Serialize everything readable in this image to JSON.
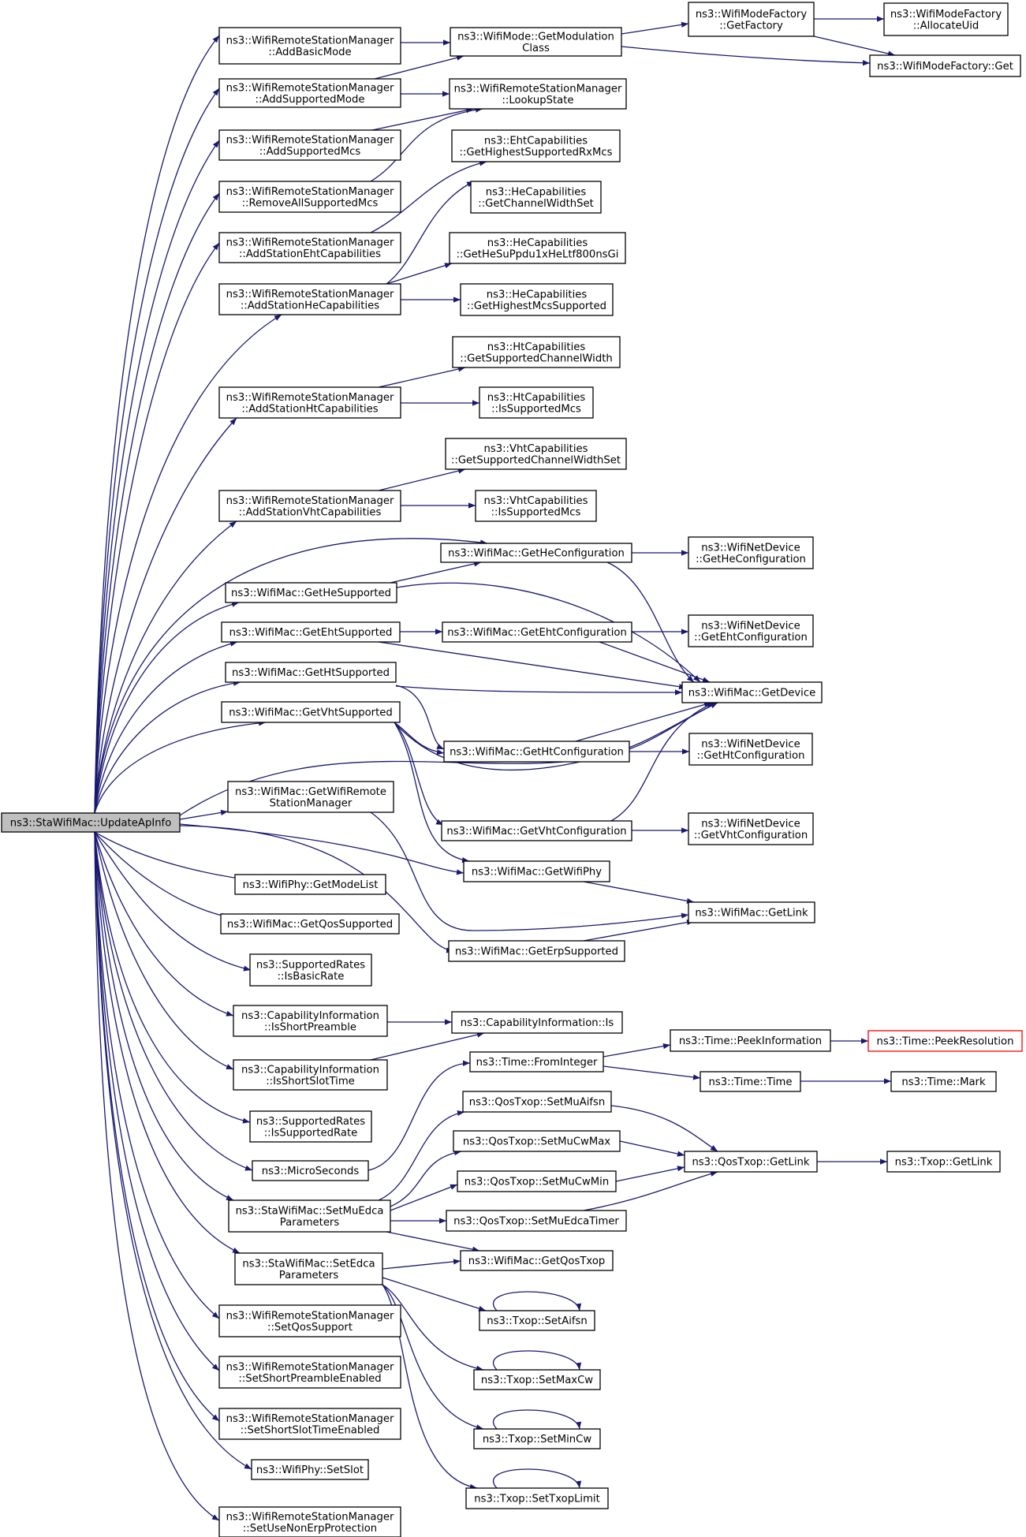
{
  "colors": {
    "edge": "#191970",
    "root_fill": "#bfbfbf",
    "node_fill": "#ffffff",
    "node_border": "#000000",
    "truncated_border": "#ff0000"
  },
  "nodes": [
    {
      "id": "n0",
      "lines": [
        "ns3::StaWifiMac::UpdateApInfo"
      ]
    },
    {
      "id": "n1",
      "lines": [
        "ns3::WifiRemoteStationManager",
        "::AddBasicMode"
      ]
    },
    {
      "id": "n2",
      "lines": [
        "ns3::WifiMode::GetModulation",
        "Class"
      ]
    },
    {
      "id": "n3",
      "lines": [
        "ns3::WifiModeFactory",
        "::GetFactory"
      ]
    },
    {
      "id": "n4",
      "lines": [
        "ns3::WifiModeFactory",
        "::AllocateUid"
      ]
    },
    {
      "id": "n5",
      "lines": [
        "ns3::WifiModeFactory::Get"
      ]
    },
    {
      "id": "n6",
      "lines": [
        "ns3::WifiRemoteStationManager",
        "::AddSupportedMode"
      ]
    },
    {
      "id": "n7",
      "lines": [
        "ns3::WifiRemoteStationManager",
        "::LookupState"
      ]
    },
    {
      "id": "n8",
      "lines": [
        "ns3::WifiRemoteStationManager",
        "::AddSupportedMcs"
      ]
    },
    {
      "id": "n9",
      "lines": [
        "ns3::EhtCapabilities",
        "::GetHighestSupportedRxMcs"
      ]
    },
    {
      "id": "n10",
      "lines": [
        "ns3::WifiRemoteStationManager",
        "::RemoveAllSupportedMcs"
      ]
    },
    {
      "id": "n11",
      "lines": [
        "ns3::HeCapabilities",
        "::GetChannelWidthSet"
      ]
    },
    {
      "id": "n12",
      "lines": [
        "ns3::WifiRemoteStationManager",
        "::AddStationEhtCapabilities"
      ]
    },
    {
      "id": "n13",
      "lines": [
        "ns3::HeCapabilities",
        "::GetHeSuPpdu1xHeLtf800nsGi"
      ]
    },
    {
      "id": "n14",
      "lines": [
        "ns3::WifiRemoteStationManager",
        "::AddStationHeCapabilities"
      ]
    },
    {
      "id": "n15",
      "lines": [
        "ns3::HeCapabilities",
        "::GetHighestMcsSupported"
      ]
    },
    {
      "id": "n16",
      "lines": [
        "ns3::HtCapabilities",
        "::GetSupportedChannelWidth"
      ]
    },
    {
      "id": "n17",
      "lines": [
        "ns3::WifiRemoteStationManager",
        "::AddStationHtCapabilities"
      ]
    },
    {
      "id": "n18",
      "lines": [
        "ns3::HtCapabilities",
        "::IsSupportedMcs"
      ]
    },
    {
      "id": "n19",
      "lines": [
        "ns3::VhtCapabilities",
        "::GetSupportedChannelWidthSet"
      ]
    },
    {
      "id": "n20",
      "lines": [
        "ns3::WifiRemoteStationManager",
        "::AddStationVhtCapabilities"
      ]
    },
    {
      "id": "n21",
      "lines": [
        "ns3::VhtCapabilities",
        "::IsSupportedMcs"
      ]
    },
    {
      "id": "n22",
      "lines": [
        "ns3::WifiMac::GetHeConfiguration"
      ]
    },
    {
      "id": "n23",
      "lines": [
        "ns3::WifiNetDevice",
        "::GetHeConfiguration"
      ]
    },
    {
      "id": "n24",
      "lines": [
        "ns3::WifiMac::GetHeSupported"
      ]
    },
    {
      "id": "n25",
      "lines": [
        "ns3::WifiMac::GetEhtSupported"
      ]
    },
    {
      "id": "n26",
      "lines": [
        "ns3::WifiMac::GetEhtConfiguration"
      ]
    },
    {
      "id": "n27",
      "lines": [
        "ns3::WifiNetDevice",
        "::GetEhtConfiguration"
      ]
    },
    {
      "id": "n28",
      "lines": [
        "ns3::WifiMac::GetHtSupported"
      ]
    },
    {
      "id": "n29",
      "lines": [
        "ns3::WifiMac::GetDevice"
      ]
    },
    {
      "id": "n30",
      "lines": [
        "ns3::WifiMac::GetVhtSupported"
      ]
    },
    {
      "id": "n31",
      "lines": [
        "ns3::WifiMac::GetHtConfiguration"
      ]
    },
    {
      "id": "n32",
      "lines": [
        "ns3::WifiNetDevice",
        "::GetHtConfiguration"
      ]
    },
    {
      "id": "n33",
      "lines": [
        "ns3::WifiMac::GetWifiRemote",
        "StationManager"
      ]
    },
    {
      "id": "n34",
      "lines": [
        "ns3::WifiMac::GetVhtConfiguration"
      ]
    },
    {
      "id": "n35",
      "lines": [
        "ns3::WifiNetDevice",
        "::GetVhtConfiguration"
      ]
    },
    {
      "id": "n36",
      "lines": [
        "ns3::WifiMac::GetWifiPhy"
      ]
    },
    {
      "id": "n37",
      "lines": [
        "ns3::WifiPhy::GetModeList"
      ]
    },
    {
      "id": "n38",
      "lines": [
        "ns3::WifiMac::GetLink"
      ]
    },
    {
      "id": "n39",
      "lines": [
        "ns3::WifiMac::GetQosSupported"
      ]
    },
    {
      "id": "n40",
      "lines": [
        "ns3::WifiMac::GetErpSupported"
      ]
    },
    {
      "id": "n41",
      "lines": [
        "ns3::SupportedRates",
        "::IsBasicRate"
      ]
    },
    {
      "id": "n42",
      "lines": [
        "ns3::CapabilityInformation",
        "::IsShortPreamble"
      ]
    },
    {
      "id": "n43",
      "lines": [
        "ns3::CapabilityInformation::Is"
      ]
    },
    {
      "id": "n44",
      "lines": [
        "ns3::Time::PeekInformation"
      ]
    },
    {
      "id": "n45",
      "lines": [
        "ns3::Time::PeekResolution"
      ]
    },
    {
      "id": "n46",
      "lines": [
        "ns3::Time::FromInteger"
      ]
    },
    {
      "id": "n47",
      "lines": [
        "ns3::CapabilityInformation",
        "::IsShortSlotTime"
      ]
    },
    {
      "id": "n48",
      "lines": [
        "ns3::Time::Time"
      ]
    },
    {
      "id": "n49",
      "lines": [
        "ns3::Time::Mark"
      ]
    },
    {
      "id": "n50",
      "lines": [
        "ns3::QosTxop::SetMuAifsn"
      ]
    },
    {
      "id": "n51",
      "lines": [
        "ns3::SupportedRates",
        "::IsSupportedRate"
      ]
    },
    {
      "id": "n52",
      "lines": [
        "ns3::QosTxop::SetMuCwMax"
      ]
    },
    {
      "id": "n53",
      "lines": [
        "ns3::QosTxop::GetLink"
      ]
    },
    {
      "id": "n54",
      "lines": [
        "ns3::Txop::GetLink"
      ]
    },
    {
      "id": "n55",
      "lines": [
        "ns3::MicroSeconds"
      ]
    },
    {
      "id": "n56",
      "lines": [
        "ns3::QosTxop::SetMuCwMin"
      ]
    },
    {
      "id": "n57",
      "lines": [
        "ns3::StaWifiMac::SetMuEdca",
        "Parameters"
      ]
    },
    {
      "id": "n58",
      "lines": [
        "ns3::QosTxop::SetMuEdcaTimer"
      ]
    },
    {
      "id": "n59",
      "lines": [
        "ns3::WifiMac::GetQosTxop"
      ]
    },
    {
      "id": "n60",
      "lines": [
        "ns3::StaWifiMac::SetEdca",
        "Parameters"
      ]
    },
    {
      "id": "n61",
      "lines": [
        "ns3::Txop::SetAifsn"
      ]
    },
    {
      "id": "n62",
      "lines": [
        "ns3::WifiRemoteStationManager",
        "::SetQosSupport"
      ]
    },
    {
      "id": "n63",
      "lines": [
        "ns3::WifiRemoteStationManager",
        "::SetShortPreambleEnabled"
      ]
    },
    {
      "id": "n64",
      "lines": [
        "ns3::Txop::SetMaxCw"
      ]
    },
    {
      "id": "n65",
      "lines": [
        "ns3::WifiRemoteStationManager",
        "::SetShortSlotTimeEnabled"
      ]
    },
    {
      "id": "n66",
      "lines": [
        "ns3::Txop::SetMinCw"
      ]
    },
    {
      "id": "n67",
      "lines": [
        "ns3::WifiPhy::SetSlot"
      ]
    },
    {
      "id": "n68",
      "lines": [
        "ns3::Txop::SetTxopLimit"
      ]
    },
    {
      "id": "n69",
      "lines": [
        "ns3::WifiRemoteStationManager",
        "::SetUseNonErpProtection"
      ]
    }
  ]
}
